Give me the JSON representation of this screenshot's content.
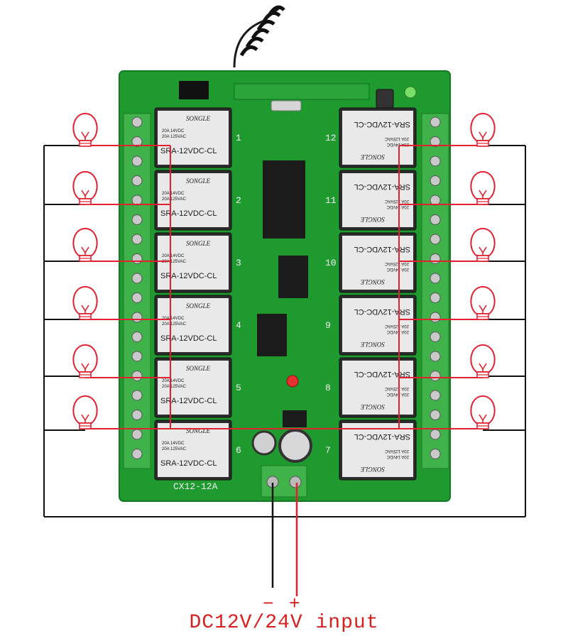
{
  "board": {
    "model": "CX12-12A",
    "relay_brand": "SONGLE",
    "relay_model": "SRA-12VDC-CL",
    "relay_rating_1": "20A 14VDC",
    "relay_rating_2": "20A 125VAC",
    "relay_numbers_left": [
      "1",
      "2",
      "3",
      "4",
      "5",
      "6"
    ],
    "relay_numbers_right": [
      "12",
      "11",
      "10",
      "9",
      "8",
      "7"
    ]
  },
  "power": {
    "minus_label": "−",
    "plus_label": "+",
    "caption": "DC12V/24V input"
  },
  "colors": {
    "pcb": "#1f9a2f",
    "wire_red": "#e3202f",
    "wire_black": "#111111",
    "relay_body": "#2b2b2b",
    "terminal": "#3fb34a",
    "caption": "#d81e1e"
  },
  "lamps": {
    "left_count": 6,
    "right_count": 6,
    "icon": "light-bulb-icon"
  }
}
